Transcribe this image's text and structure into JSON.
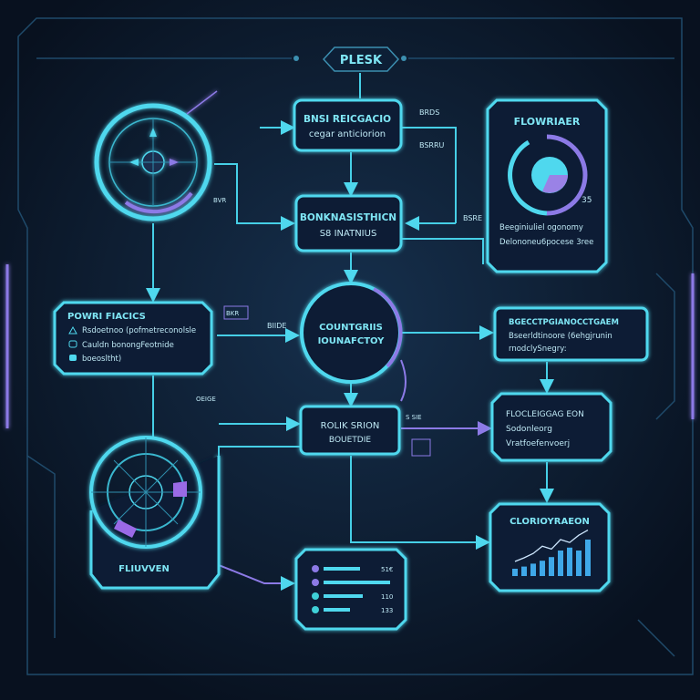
{
  "colors": {
    "background": "#0b1628",
    "accent_cyan": "#4fd8ee",
    "accent_purple": "#8c7ae6"
  },
  "header": {
    "title": "PLESK"
  },
  "nodes": {
    "top": {
      "line1": "BNSI REICGACIO",
      "line2": "cegar anticiorion"
    },
    "second": {
      "line1": "BONKNASISTHICN",
      "line2": "S8 INATNIUS"
    },
    "center": {
      "line1": "COUNTGRIIS",
      "line2": "IOUNAFCTOY"
    },
    "lower": {
      "line1": "ROLIK SRION",
      "line2": "BOUETDIE"
    },
    "left": {
      "title": "POWRI FIACICS",
      "items": [
        "Rsdoetnoo (pofmetreconolsle",
        "Cauldn bonongFeotnide",
        "boeosltht)"
      ]
    },
    "right1": {
      "items": [
        "BGECCTPGIANOCCTGAEM",
        "Bseerldtinoore (6ehgjrunin",
        "rnodclySnegry:"
      ]
    },
    "right2": {
      "items": [
        "FLOCLEIGGAG EON",
        "Sodonleorg",
        "Vratfoefenvoerj"
      ]
    },
    "flow_panel": {
      "title": "FLOWRIAER",
      "items": [
        "Beeginiuliel ogonomy",
        "Delononeu6pocese 3ree"
      ],
      "value": "35"
    },
    "radar": {
      "title": "FLIUVVEN"
    },
    "chart_panel": {
      "title": "CLORIOYRAEON"
    },
    "list_panel": {
      "values": [
        "51€",
        "110",
        "133"
      ]
    }
  },
  "labels": {
    "brds": "BRDS",
    "bsrru": "BSRRU",
    "bide": "BIIDE",
    "bsre": "BSRE",
    "bvr": "BVR",
    "oeige": "OEIGE",
    "ssie": "S SIE",
    "bkr": "BKR"
  },
  "chart_data": {
    "type": "bar",
    "values": [
      1,
      1.3,
      1.7,
      2.1,
      2.6,
      3.5,
      3.9,
      3.5,
      5
    ],
    "line": [
      1.5,
      2,
      2.6,
      3.6,
      3.2,
      4.5,
      4.1,
      5.1,
      5.8
    ]
  }
}
